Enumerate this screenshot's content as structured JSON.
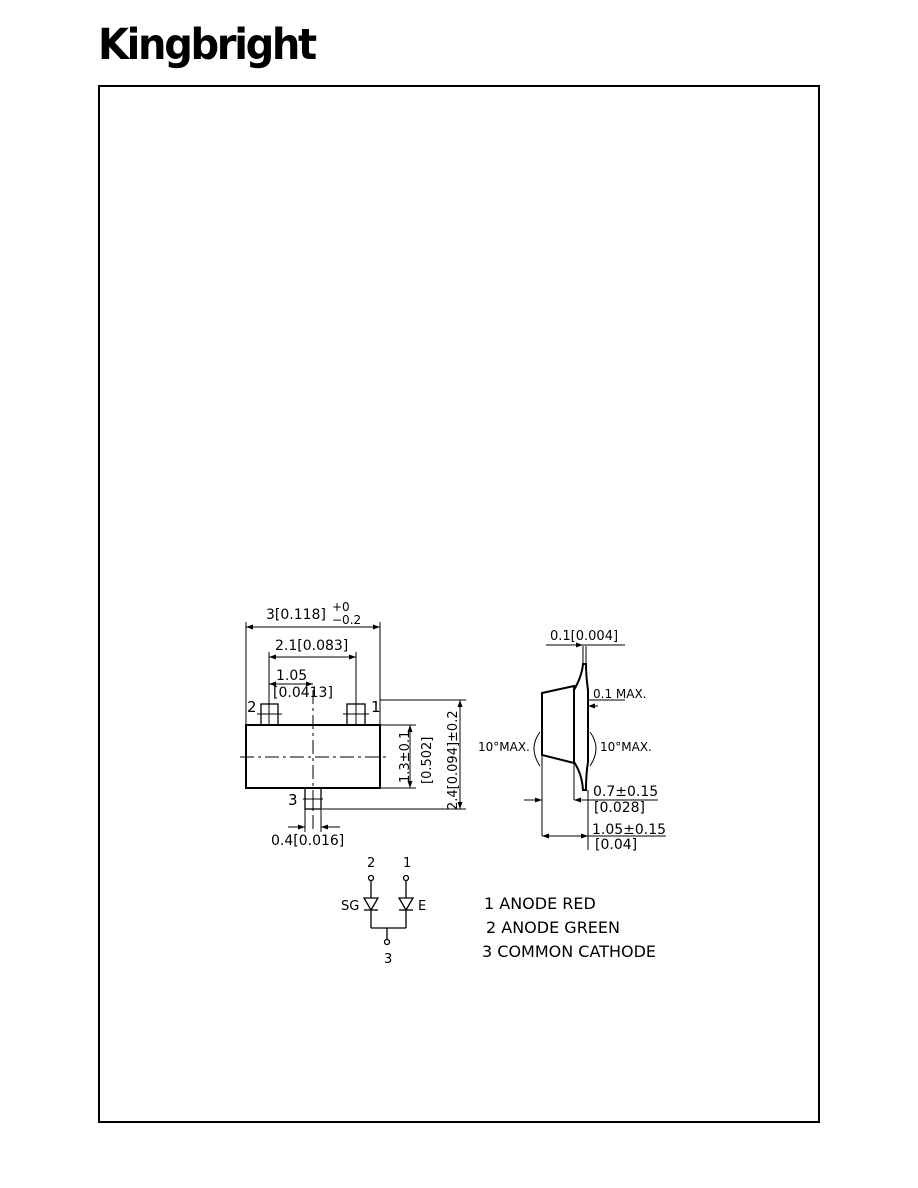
{
  "header": {
    "logo_text": "Kingbright"
  },
  "drawing": {
    "top_view": {
      "dim_overall_width": "3[0.118]",
      "dim_overall_width_tol_plus": "+0",
      "dim_overall_width_tol_minus": "−0.2",
      "dim_pin_spacing": "2.1[0.083]",
      "dim_half_spacing_mm": "1.05",
      "dim_half_spacing_in": "[0.0413]",
      "dim_body_height_mm": "1.3±0.1",
      "dim_body_height_in": "[0.502]",
      "dim_total_height": "2.4[0.094]±0.2",
      "dim_lead_width": "0.4[0.016]",
      "pin2_label": "2",
      "pin1_label": "1",
      "pin3_label": "3"
    },
    "side_view": {
      "dim_lead_thickness": "0.1[0.004]",
      "dim_standoff": "0.1  MAX.",
      "angle_left": "10°MAX.",
      "angle_right": "10°MAX.",
      "dim_foot_mm": "0.7±0.15",
      "dim_foot_in": "[0.028]",
      "dim_height_mm": "1.05±0.15",
      "dim_height_in": "[0.04]"
    },
    "schematic": {
      "pin2": "2",
      "pin1": "1",
      "pin3": "3",
      "sg_label": "SG",
      "e_label": "E"
    },
    "legend": [
      "1  ANODE  RED",
      "2  ANODE  GREEN",
      "3  COMMON  CATHODE"
    ]
  }
}
